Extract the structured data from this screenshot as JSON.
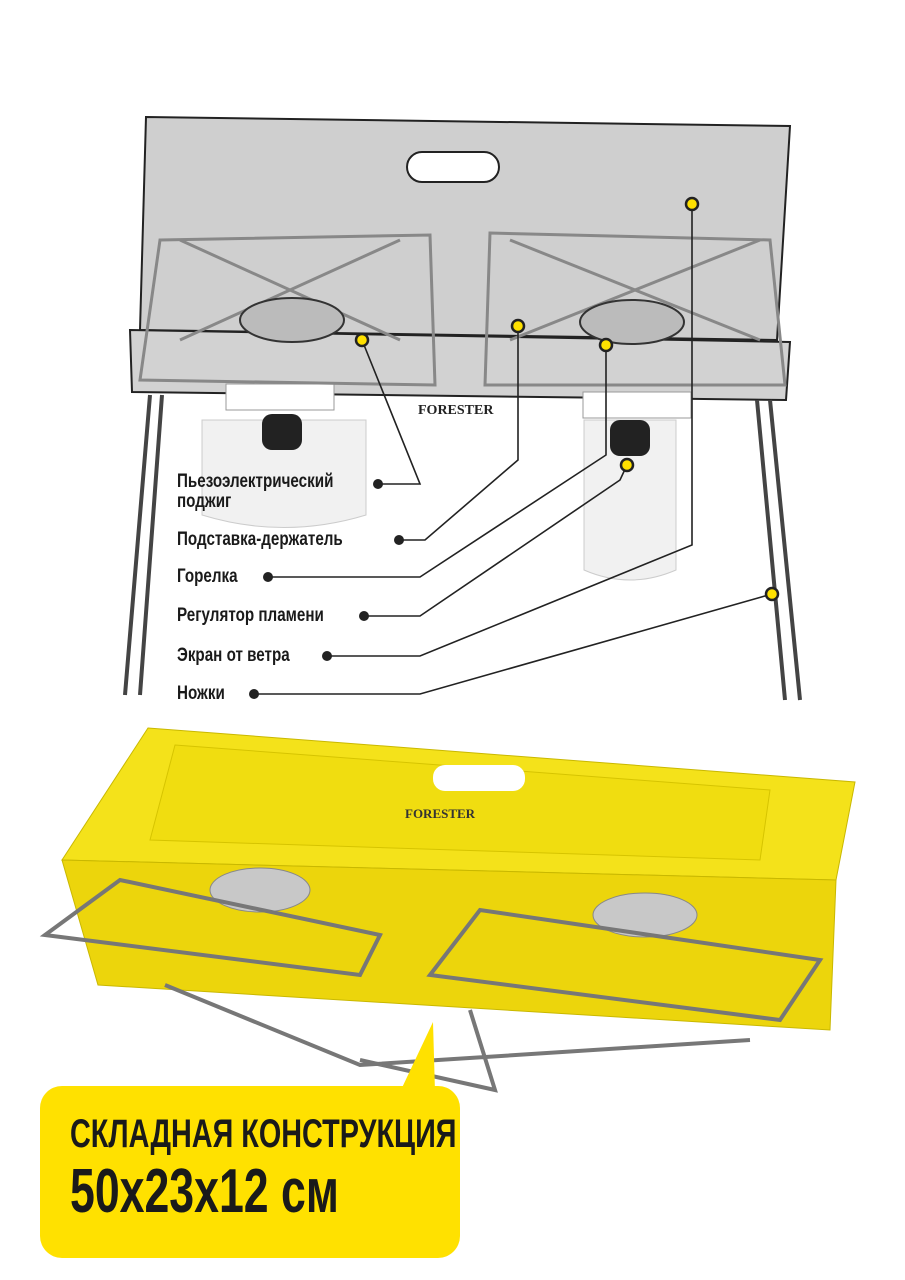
{
  "brand": "FORESTER",
  "labels": {
    "piezo_line1": "Пьезоэлектрический",
    "piezo_line2": "поджиг",
    "stand": "Подставка-держатель",
    "burner": "Горелка",
    "regulator": "Регулятор пламени",
    "windscreen": "Экран от ветра",
    "legs": "Ножки"
  },
  "callout": {
    "line1": "СКЛАДНАЯ КОНСТРУКЦИЯ",
    "line2": "50x23x12 см"
  },
  "colors": {
    "accent": "#ffe100",
    "text": "#1a1a1a",
    "steel": "#c9c9c9"
  }
}
